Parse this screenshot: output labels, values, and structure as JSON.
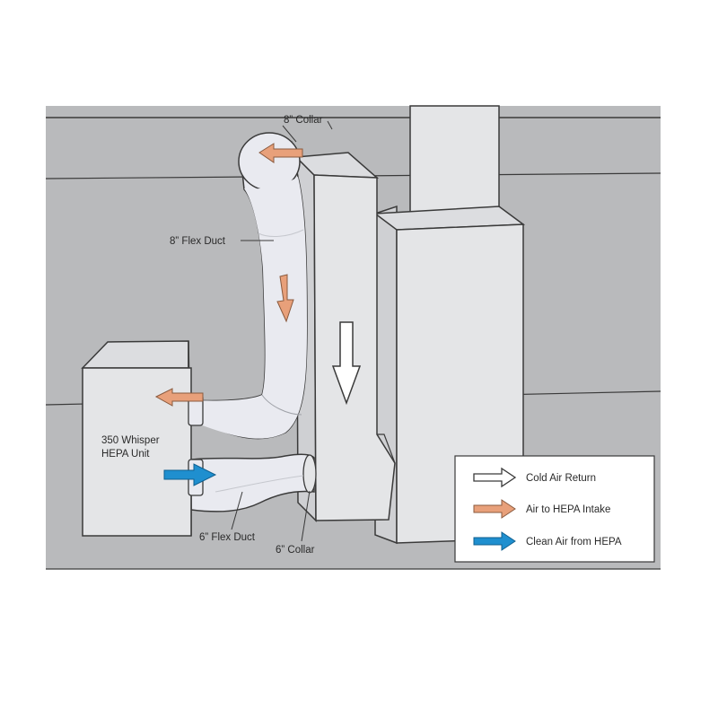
{
  "labels": {
    "collar_8": "8” Collar",
    "flex_duct_8": "8” Flex Duct",
    "hepa_unit_line1": "350 Whisper",
    "hepa_unit_line2": "HEPA Unit",
    "flex_duct_6": "6” Flex Duct",
    "collar_6": "6” Collar"
  },
  "legend": {
    "items": [
      {
        "label": "Cold Air Return",
        "color": "#ffffff"
      },
      {
        "label": "Air to HEPA Intake",
        "color": "#e8a07a"
      },
      {
        "label": "Clean Air from HEPA",
        "color": "#1f8fcf"
      }
    ]
  },
  "colors": {
    "wall": "#b9babc",
    "surface": "#e4e5e7",
    "outline": "#3a3a3a",
    "duct": "#e9eaf0",
    "cold_air": "#ffffff",
    "hepa_intake": "#e8a07a",
    "clean_air": "#1f8fcf"
  }
}
